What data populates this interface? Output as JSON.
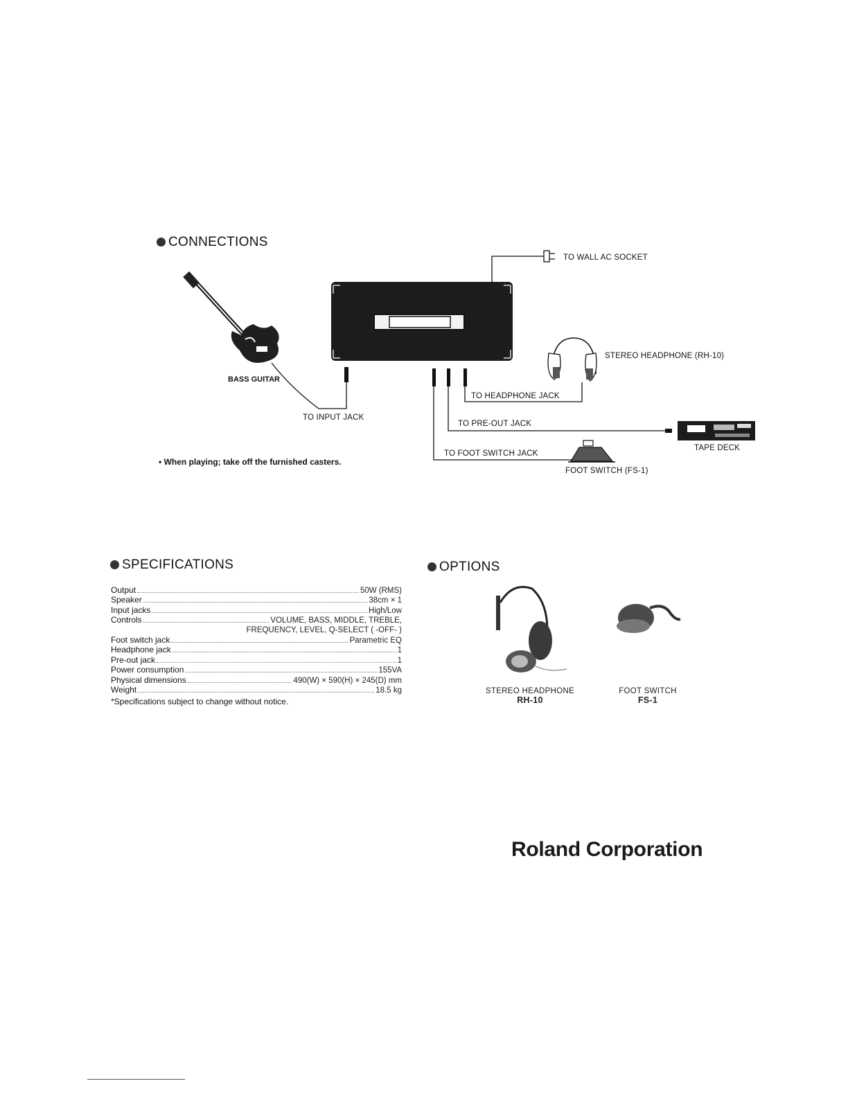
{
  "connections": {
    "title": "CONNECTIONS",
    "labels": {
      "wall_ac": "TO WALL AC SOCKET",
      "stereo_headphone": "STEREO HEADPHONE (RH-10)",
      "bass_guitar": "BASS GUITAR",
      "input_jack": "TO INPUT JACK",
      "headphone_jack": "TO HEADPHONE JACK",
      "preout_jack": "TO PRE-OUT JACK",
      "tape_deck": "TAPE DECK",
      "foot_switch_jack": "TO FOOT SWITCH JACK",
      "foot_switch": "FOOT SWITCH (FS-1)"
    },
    "note": "• When playing; take off the furnished casters."
  },
  "specifications": {
    "title": "SPECIFICATIONS",
    "rows": [
      {
        "k": "Output",
        "v": "50W (RMS)"
      },
      {
        "k": "Speaker",
        "v": "38cm × 1"
      },
      {
        "k": "Input jacks",
        "v": "High/Low"
      },
      {
        "k": "Controls",
        "v": "VOLUME, BASS, MIDDLE, TREBLE,"
      },
      {
        "k": "Foot switch jack",
        "v": "Parametric EQ"
      },
      {
        "k": "Headphone jack",
        "v": "1"
      },
      {
        "k": "Pre-out jack",
        "v": "1"
      },
      {
        "k": "Power consumption",
        "v": "155VA"
      },
      {
        "k": "Physical dimensions",
        "v": "490(W) × 590(H) × 245(D) mm"
      },
      {
        "k": "Weight",
        "v": "18.5 kg"
      }
    ],
    "controls_cont": "FREQUENCY, LEVEL, Q-SELECT (  -OFF-  )",
    "note": "*Specifications subject to change without notice."
  },
  "options": {
    "title": "OPTIONS",
    "items": [
      {
        "name": "STEREO HEADPHONE",
        "model": "RH-10"
      },
      {
        "name": "FOOT SWITCH",
        "model": "FS-1"
      }
    ]
  },
  "brand": "Roland Corporation",
  "colors": {
    "ink": "#111111",
    "paper": "#ffffff",
    "amp": "#1c1c1c"
  }
}
